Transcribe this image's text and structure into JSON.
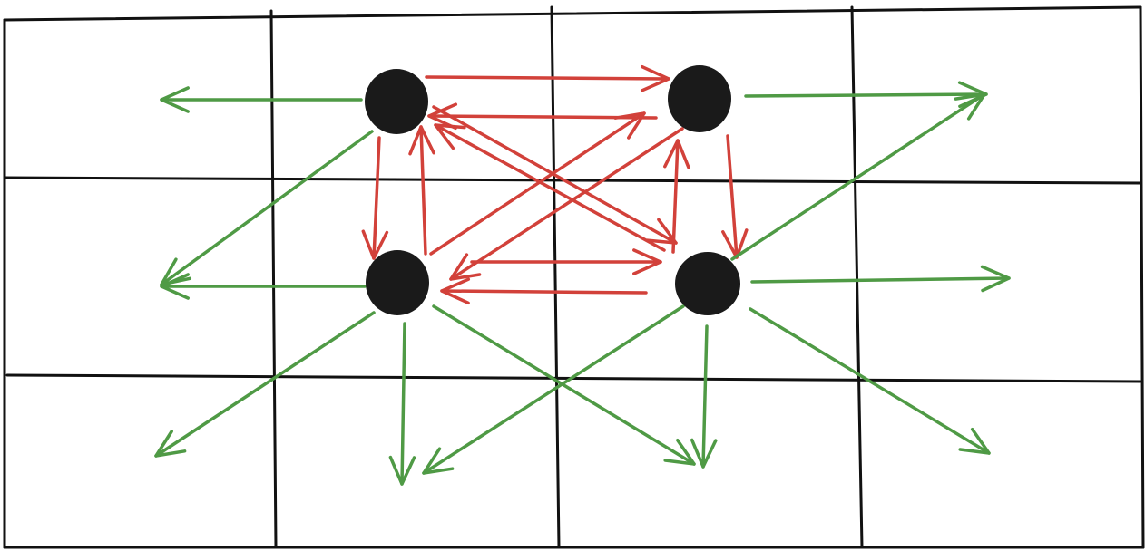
{
  "colors": {
    "background": "#ffffff",
    "grid": "#111111",
    "node": "#1a1a1a",
    "internal_arrow": "#d2413a",
    "external_arrow": "#4f9a45"
  },
  "nodes": [
    {
      "id": "top-left",
      "label": ""
    },
    {
      "id": "top-right",
      "label": ""
    },
    {
      "id": "bottom-left",
      "label": ""
    },
    {
      "id": "bottom-right",
      "label": ""
    }
  ],
  "arrow_groups": [
    {
      "id": "internal",
      "color_key": "internal_arrow",
      "label": ""
    },
    {
      "id": "external",
      "color_key": "external_arrow",
      "label": ""
    }
  ]
}
